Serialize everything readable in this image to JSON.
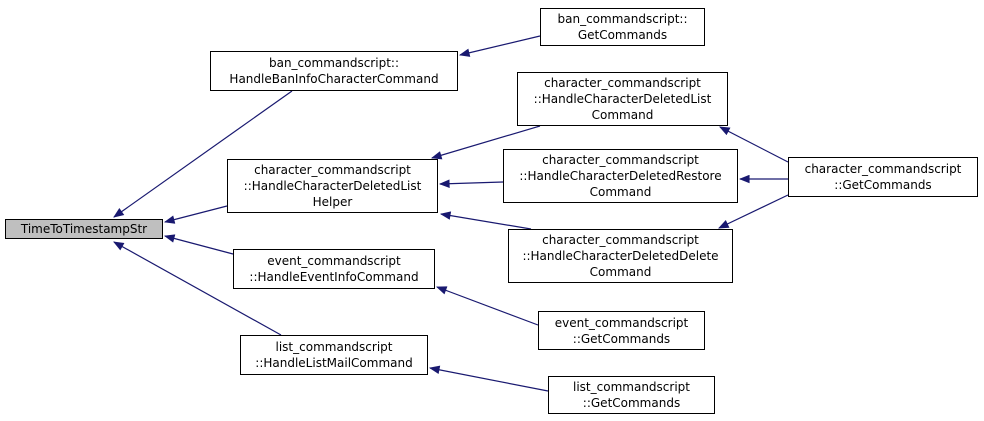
{
  "graph": {
    "root_function": "TimeToTimestampStr",
    "nodes": {
      "root": {
        "label": "TimeToTimestampStr"
      },
      "ban_handle": {
        "label": "ban_commandscript::\nHandleBanInfoCharacterCommand"
      },
      "ban_get": {
        "label": "ban_commandscript::\nGetCommands"
      },
      "char_list": {
        "label": "character_commandscript\n::HandleCharacterDeletedList\nCommand"
      },
      "char_helper": {
        "label": "character_commandscript\n::HandleCharacterDeletedList\nHelper"
      },
      "char_restore": {
        "label": "character_commandscript\n::HandleCharacterDeletedRestore\nCommand"
      },
      "char_get": {
        "label": "character_commandscript\n::GetCommands"
      },
      "char_delete": {
        "label": "character_commandscript\n::HandleCharacterDeletedDelete\nCommand"
      },
      "event_handle": {
        "label": "event_commandscript\n::HandleEventInfoCommand"
      },
      "event_get": {
        "label": "event_commandscript\n::GetCommands"
      },
      "list_handle": {
        "label": "list_commandscript\n::HandleListMailCommand"
      },
      "list_get": {
        "label": "list_commandscript\n::GetCommands"
      }
    },
    "edges": [
      {
        "from": "ban_handle",
        "to": "root"
      },
      {
        "from": "ban_get",
        "to": "ban_handle"
      },
      {
        "from": "char_list",
        "to": "char_helper"
      },
      {
        "from": "char_restore",
        "to": "char_helper"
      },
      {
        "from": "char_delete",
        "to": "char_helper"
      },
      {
        "from": "char_get",
        "to": "char_list"
      },
      {
        "from": "char_get",
        "to": "char_restore"
      },
      {
        "from": "char_get",
        "to": "char_delete"
      },
      {
        "from": "char_helper",
        "to": "root"
      },
      {
        "from": "event_handle",
        "to": "root"
      },
      {
        "from": "event_get",
        "to": "event_handle"
      },
      {
        "from": "list_handle",
        "to": "root"
      },
      {
        "from": "list_get",
        "to": "list_handle"
      }
    ],
    "colors": {
      "edge": "#191970",
      "node_border": "#000000",
      "node_fill": "#ffffff",
      "root_fill": "#bfbfbf",
      "background": "#ffffff",
      "text": "#000000"
    }
  }
}
